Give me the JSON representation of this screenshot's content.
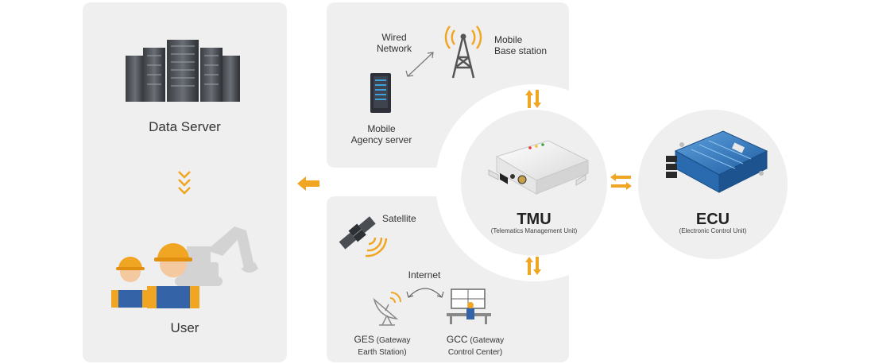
{
  "left_panel": {
    "data_server_label": "Data Server",
    "user_label": "User"
  },
  "top_panel": {
    "wired_network_label_1": "Wired",
    "wired_network_label_2": "Network",
    "base_station_label_1": "Mobile",
    "base_station_label_2": "Base station",
    "agency_server_label_1": "Mobile",
    "agency_server_label_2": "Agency server"
  },
  "bottom_panel": {
    "satellite_label": "Satellite",
    "internet_label": "Internet",
    "ges_label_1": "GES",
    "ges_label_1_suffix": " (Gateway",
    "ges_label_2": "Earth Station)",
    "gcc_label_1": "GCC",
    "gcc_label_1_suffix": " (Gateway",
    "gcc_label_2": "Control Center)"
  },
  "tmu": {
    "title": "TMU",
    "subtitle": "(Telematics Management Unit)"
  },
  "ecu": {
    "title": "ECU",
    "subtitle": "(Electronic Control Unit)"
  },
  "colors": {
    "accent": "#f0a623",
    "panel": "#efefef",
    "device_blue": "#2f6fb5"
  }
}
